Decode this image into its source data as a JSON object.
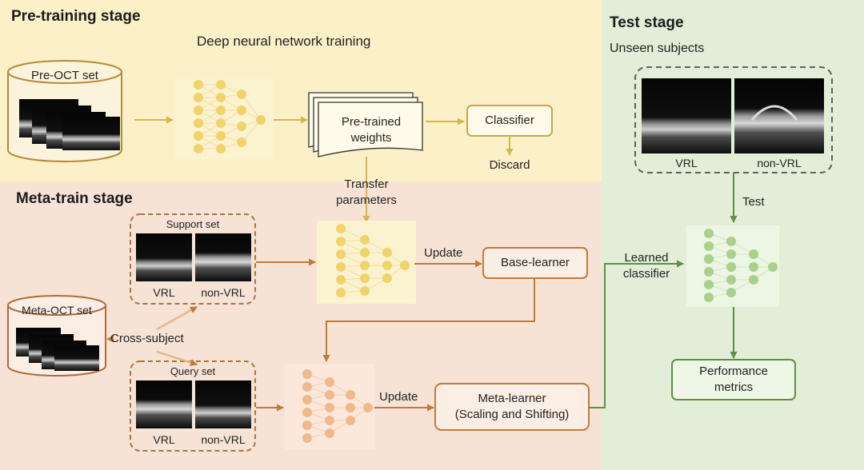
{
  "stages": {
    "pretrain": {
      "title": "Pre-training stage",
      "subtitle": "Deep neural network training"
    },
    "metatrain": {
      "title": "Meta-train stage"
    },
    "test": {
      "title": "Test stage",
      "subtitle": "Unseen subjects"
    }
  },
  "pretrain": {
    "dataset_label": "Pre-OCT set",
    "weights_line1": "Pre-trained",
    "weights_line2": "weights",
    "classifier": "Classifier",
    "discard": "Discard"
  },
  "metatrain": {
    "transfer_line1": "Transfer",
    "transfer_line2": "parameters",
    "support_set": "Support set",
    "query_set": "Query set",
    "vrl": "VRL",
    "non_vrl": "non-VRL",
    "dataset_label": "Meta-OCT set",
    "cross_subject": "Cross-subject",
    "update_top": "Update",
    "update_bottom": "Update",
    "base_learner": "Base-learner",
    "meta_learner_line1": "Meta-learner",
    "meta_learner_line2": "(Scaling and Shifting)"
  },
  "test": {
    "vrl": "VRL",
    "non_vrl": "non-VRL",
    "test_label": "Test",
    "learned_line1": "Learned",
    "learned_line2": "classifier",
    "performance_line1": "Performance",
    "performance_line2": "metrics"
  },
  "colors": {
    "pretrain_bg": "#fbf0c8",
    "metatrain_bg": "#f6e3d6",
    "test_bg": "#e2eed8",
    "nn_yellow": "#f0d36a",
    "nn_orange": "#f0b98c",
    "nn_green": "#a9d08c",
    "arrow_yellow": "#d3b84a",
    "arrow_orange": "#c07a3a",
    "arrow_green": "#5f8f45"
  }
}
